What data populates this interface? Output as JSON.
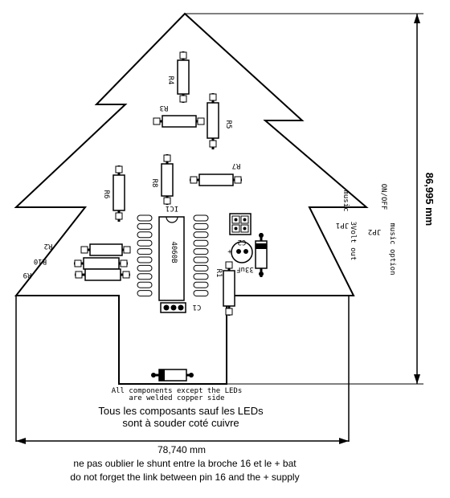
{
  "labels": {
    "R1": "R1",
    "R2": "R2",
    "R3": "R3",
    "R4": "R4",
    "R5": "R5",
    "R6": "R6",
    "R7": "R7",
    "R8": "R8",
    "R9": "R9",
    "R10": "R10",
    "C1": "C1",
    "C2": "C2",
    "C2_value": "33uF",
    "IC1": "IC1",
    "IC1_part": "4060B",
    "JP1_name": "JP1",
    "JP1_desc1": "music",
    "JP1_desc2": "3Volt out",
    "JP2_name": "JP2",
    "JP2_desc1": "ON/OFF",
    "JP2_desc2": "music option",
    "plus_sign": "+"
  },
  "captions": {
    "small_en_1": "All components except the LEDs",
    "small_en_2": "are welded copper side",
    "fr_1": "Tous les composants sauf les LEDs",
    "fr_2": "sont à souder coté cuivre",
    "width_dim": "78,740 mm",
    "height_dim": "86,995 mm",
    "note_fr": "ne pas oublier le shunt entre la broche 16 et le + bat",
    "note_en": "do not forget the link between pin 16 and the + supply"
  }
}
